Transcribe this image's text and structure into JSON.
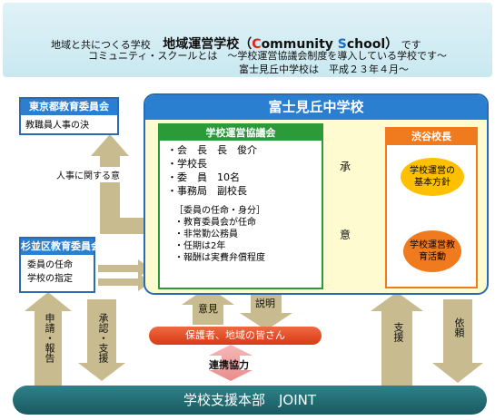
{
  "header": {
    "line1_prefix": "地域と共につくる学校",
    "line1_title": "地域運営学校（",
    "c_letter": "C",
    "line1_mid": "ommunity ",
    "s_letter": "S",
    "line1_end": "chool）",
    "line1_suffix": "です",
    "line2": "コミュニティ・スクールとは　～学校運営協議会制度を導入している学校です～",
    "line3": "富士見丘中学校は　平成２３年４月～"
  },
  "tokyo_board": {
    "title": "東京都教育委員会",
    "body": "教職員人事の決"
  },
  "suginami_board": {
    "title": "杉並区教育委員会",
    "line1": "委員の任命",
    "line2": "学校の指定"
  },
  "school": {
    "title": "富士見丘中学校"
  },
  "council": {
    "title": "学校運営協議会",
    "members": [
      "・会　長　長　俊介",
      "・学校長",
      "・委　員　10名",
      "・事務局　副校長"
    ],
    "appointment_title": "［委員の任命・身分］",
    "appointment_items": [
      "・教育委員会が任命",
      "・非常勤公務員",
      "・任期は2年",
      "・報酬は実費弁償程度"
    ]
  },
  "principal": {
    "title": "渋谷校長",
    "policy": "学校運営の基本方針",
    "activity": "学校運営教育活動"
  },
  "arrows": {
    "approve": "承",
    "opinion": "意",
    "personnel": "人事に関する意",
    "iken": "意見",
    "setsumei": "説明",
    "shinsei": "申請・報告",
    "shonin": "承認・支援",
    "shien": "支援",
    "irai": "依頼",
    "renkei": "連携協力"
  },
  "guardians": "保護者、地域の皆さん",
  "joint": "学校支援本部　JOINT",
  "colors": {
    "blue": "#2a7fd0",
    "green": "#2d9a3a",
    "orange": "#f07b1f",
    "red": "#e0401e",
    "teal": "#1f6b73",
    "arrow": "#c8bb8f"
  }
}
